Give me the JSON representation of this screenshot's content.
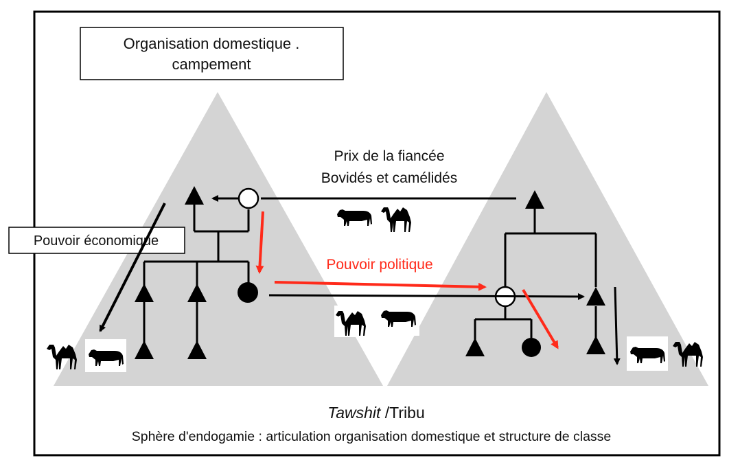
{
  "title_box": {
    "line1": "Organisation domestique .",
    "line2": "campement"
  },
  "economic_box": {
    "label": "Pouvoir économique"
  },
  "bride_price": {
    "line1": "Prix de la fiancée",
    "line2": "Bovidés et camélidés"
  },
  "political": {
    "label": "Pouvoir politique"
  },
  "footer": {
    "tawshit": "Tawshit",
    "tribu": " /Tribu",
    "subtitle": "Sphère d'endogamie : articulation organisation domestique et structure de classe"
  },
  "colors": {
    "triangle_fill": "#d4d4d4",
    "arrow_black": "#000000",
    "arrow_red": "#ff2a1a",
    "text_red": "#ff2a1a"
  },
  "icons": [
    "cow-icon",
    "camel-icon"
  ]
}
